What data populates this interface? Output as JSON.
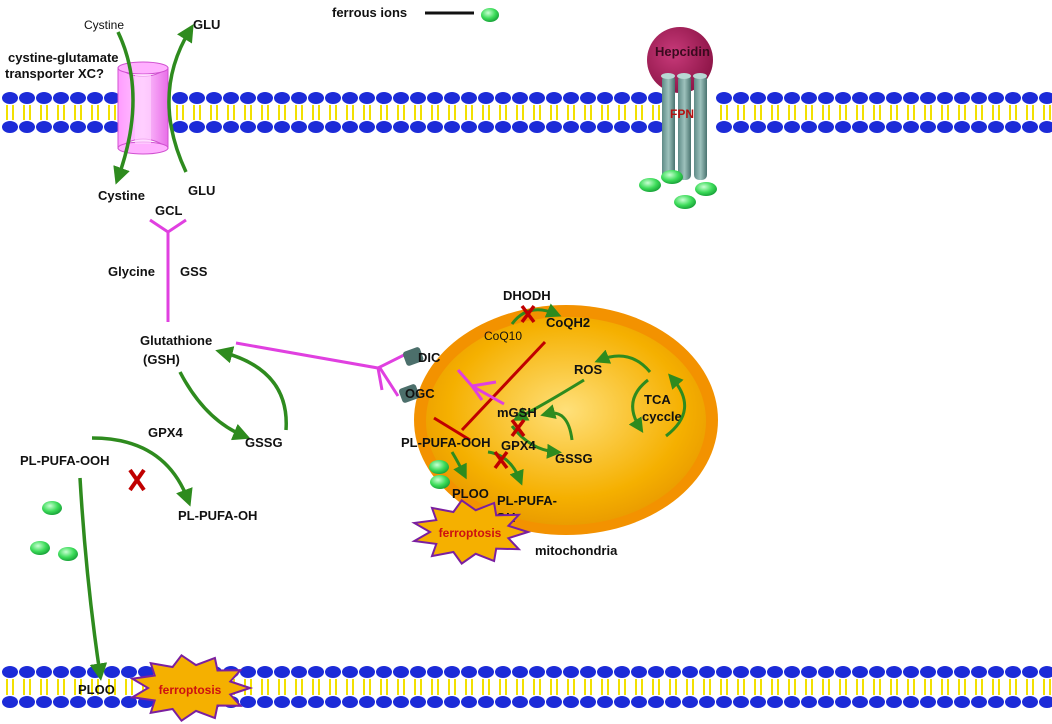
{
  "legend": {
    "label": "ferrous ions"
  },
  "colors": {
    "arrow": "#2e8b1e",
    "inhibit": "#c00000",
    "magenta": "#e040e0",
    "mito_fill": "#f5b000",
    "mito_outer": "#f39200",
    "iron": "#3ddc5a",
    "lipid_head": "#1c2bd8",
    "lipid_tail": "#f2e000"
  },
  "transporter": {
    "name": "cystine-glutamate transporter XC?",
    "cystine_out": "Cystine",
    "glu_out": "GLU",
    "cystine_in": "Cystine",
    "glu_in": "GLU"
  },
  "iron_export": {
    "hepcidin": "Hepcidin",
    "fpn": "FPN"
  },
  "gsh_pathway": {
    "gcl": "GCL",
    "glycine": "Glycine",
    "gss": "GSS",
    "gsh": "Glutathione",
    "gsh_abbr": "(GSH)",
    "gssg": "GSSG",
    "gpx4": "GPX4",
    "pl_pufa_ooh": "PL-PUFA-OOH",
    "pl_pufa_oh": "PL-PUFA-OH",
    "ploo": "PLOO",
    "ferroptosis": "ferroptosis"
  },
  "mito": {
    "label": "mitochondria",
    "dhodh": "DHODH",
    "coq10": "CoQ10",
    "coqh2": "CoQH2",
    "dic": "DIC",
    "ogc": "OGC",
    "ros": "ROS",
    "tca1": "TCA",
    "tca2": "cyccle",
    "mgsh": "mGSH",
    "pl_pufa_ooh": "PL-PUFA-OOH",
    "gpx4": "GPX4",
    "gssg": "GSSG",
    "ploo": "PLOO",
    "pl_pufa_oh_1": "PL-PUFA-",
    "pl_pufa_oh_2": "OH",
    "ferroptosis": "ferroptosis"
  }
}
